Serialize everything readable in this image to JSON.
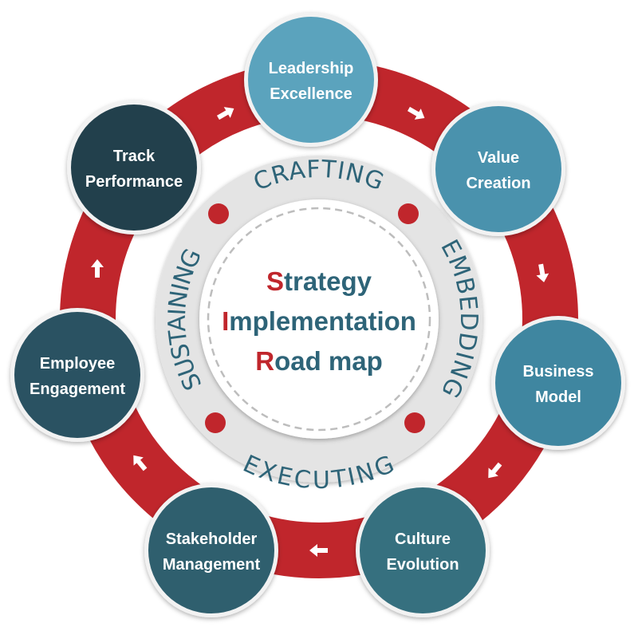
{
  "colors": {
    "ring": "#c0262c",
    "band": "#e4e4e4",
    "text": "#2e6478",
    "accent": "#c0262c"
  },
  "nodes": [
    {
      "lines": [
        "Leadership",
        "Excellence"
      ],
      "color": "#5ba3bd"
    },
    {
      "lines": [
        "Value",
        "Creation"
      ],
      "color": "#4a92ad"
    },
    {
      "lines": [
        "Business",
        "Model"
      ],
      "color": "#3f86a0"
    },
    {
      "lines": [
        "Culture",
        "Evolution"
      ],
      "color": "#36707f"
    },
    {
      "lines": [
        "Stakeholder",
        "Management"
      ],
      "color": "#2f5f6e"
    },
    {
      "lines": [
        "Employee",
        "Engagement"
      ],
      "color": "#2a5262"
    },
    {
      "lines": [
        "Track",
        "Performance"
      ],
      "color": "#22404c"
    }
  ],
  "phases": {
    "top": "CRAFTING",
    "right": "EMBEDDING",
    "bottom": "EXECUTING",
    "left": "SUSTAINING"
  },
  "center": [
    {
      "initial": "S",
      "rest": "trategy"
    },
    {
      "initial": "I",
      "rest": "mplementation"
    },
    {
      "initial": "R",
      "rest": "oad map"
    }
  ]
}
